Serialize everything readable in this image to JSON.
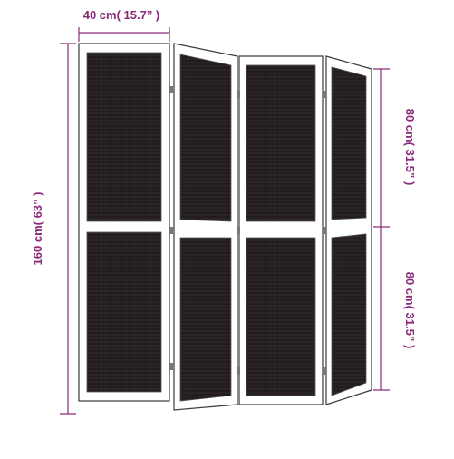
{
  "dimensions": {
    "width_label": "40 cm( 15.7” )",
    "height_label": "160 cm( 63” )",
    "upper_half_label": "80 cm( 31.5” )",
    "lower_half_label": "80 cm( 31.5” )"
  },
  "product": {
    "panels": 4,
    "panel_sections": [
      "upper",
      "lower"
    ]
  },
  "colors": {
    "dimension_lines": "#8a2a7a",
    "dimension_text": "#8a2a7a",
    "frame": "#ffffff",
    "frame_outline": "#3a3a3a",
    "weave": "#1a1414"
  }
}
